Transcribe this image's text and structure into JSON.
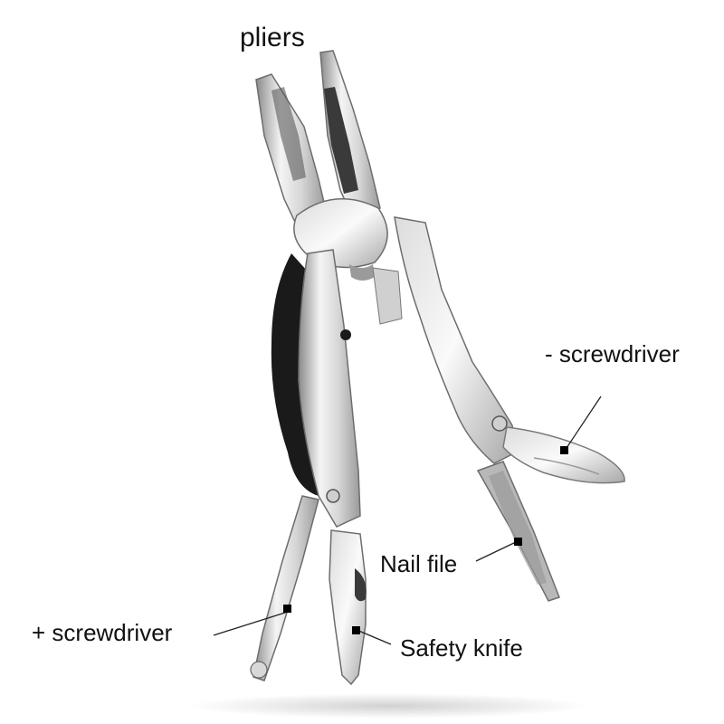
{
  "labels": {
    "pliers": "pliers",
    "flat_screwdriver": "-  screwdriver",
    "nail_file": "Nail file",
    "phillips_screwdriver": "+ screwdriver",
    "safety_knife": "Safety knife"
  },
  "colors": {
    "background": "#ffffff",
    "text": "#111111",
    "leader_line": "#222222",
    "marker": "#000000",
    "steel_light": "#f2f2f2",
    "steel_mid": "#c9c9c9",
    "steel_dark": "#7d7d7d",
    "handle_dark": "#1a1a1a"
  }
}
